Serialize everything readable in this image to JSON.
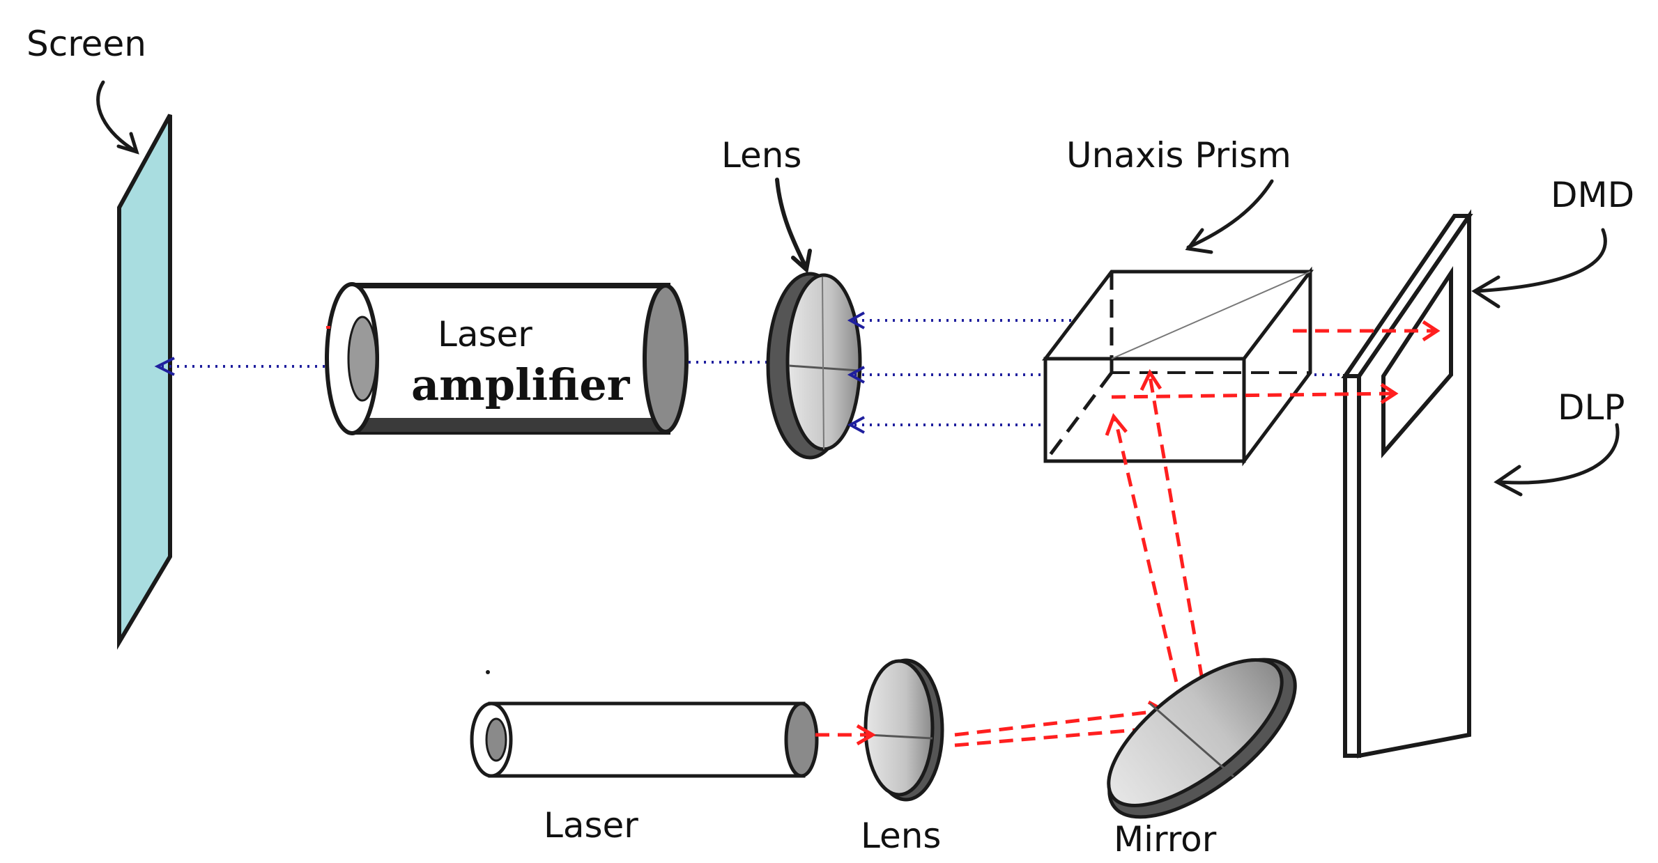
{
  "labels": {
    "screen": "Screen",
    "lens_top": "Lens",
    "prism": "Unaxis Prism",
    "dmd": "DMD",
    "dlp": "DLP",
    "amp_line1": "Laser",
    "amp_line2": "amplifier",
    "laser": "Laser",
    "lens_bottom": "Lens",
    "mirror": "Mirror"
  },
  "colors": {
    "screen_fill": "#a9dde0",
    "blue_beam": "#1f1f9e",
    "red_beam": "#ff1f1f",
    "outline": "#1a1a1a",
    "lens_fill": "#cfcfcf",
    "lens_rim": "#555555"
  }
}
